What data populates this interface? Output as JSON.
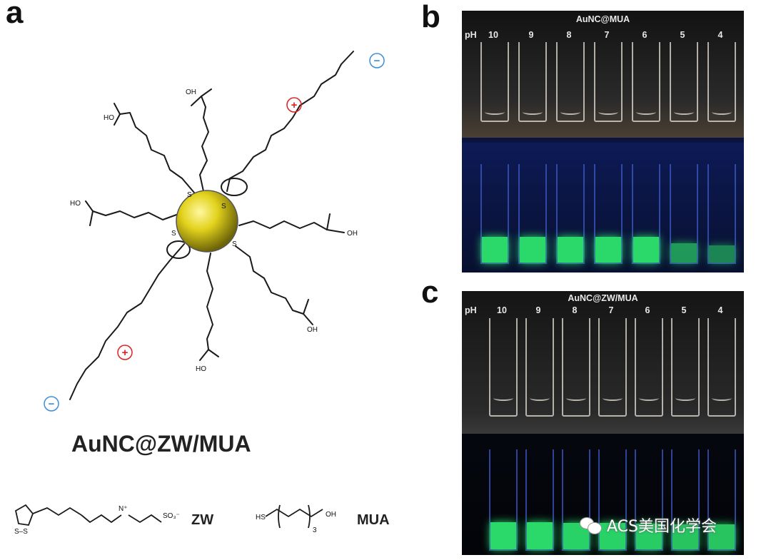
{
  "figure": {
    "panel_a": {
      "letter": "a",
      "title": "AuNC@ZW/MUA",
      "legend_zw": "ZW",
      "legend_mua": "MUA"
    },
    "panel_b": {
      "letter": "b",
      "title": "AuNC@MUA",
      "ph_label": "pH",
      "ph_values": [
        "10",
        "9",
        "8",
        "7",
        "6",
        "5",
        "4"
      ],
      "uv_glow_levels": [
        1,
        1,
        1,
        1,
        1,
        0.5,
        0.35
      ]
    },
    "panel_c": {
      "letter": "c",
      "title": "AuNC@ZW/MUA",
      "ph_label": "pH",
      "ph_values": [
        "10",
        "9",
        "8",
        "7",
        "6",
        "5",
        "4"
      ],
      "uv_glow_levels": [
        1,
        1,
        0.95,
        0.95,
        0.9,
        0.85,
        0.85
      ]
    },
    "watermark": "ACS美国化学会",
    "colors": {
      "gold": "#e2d21c",
      "positive": "#e02020",
      "negative": "#3a8fd8",
      "green_fluorescence": "#2bd96a",
      "uv_background": "#0a1440"
    }
  }
}
